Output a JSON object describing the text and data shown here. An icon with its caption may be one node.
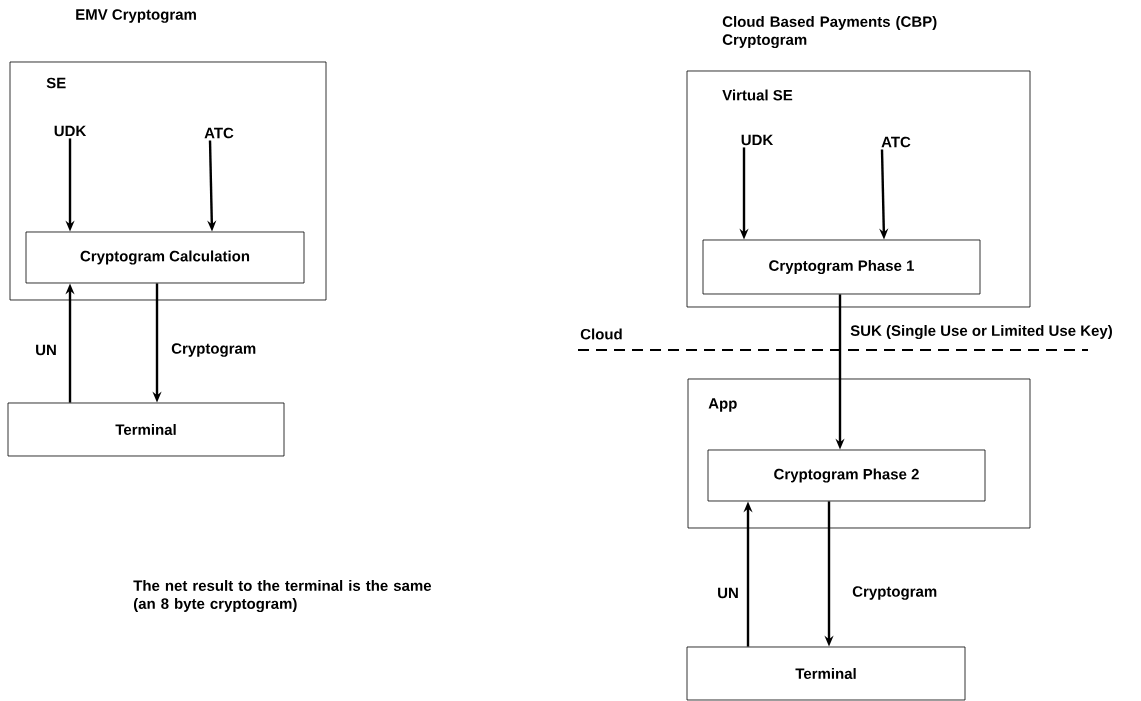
{
  "diagram": {
    "title": "EMV Cryptogram",
    "nodes": [
      {
        "text": [
          "SE"
        ]
      },
      {
        "text": [
          "UDK"
        ],
        "in": 0
      },
      {
        "text": [
          "ATC"
        ],
        "in": 0
      },
      {
        "text": [
          "Cryptogram Calculation"
        ],
        "in": 0
      },
      {
        "text": [
          "Terminal"
        ]
      },
      {
        "text": [
          "Virtual SE"
        ]
      },
      {
        "text": [
          "UDK"
        ],
        "in": 5
      },
      {
        "text": [
          "ATC"
        ],
        "in": 5
      },
      {
        "text": [
          "Cryptogram Phase 1"
        ],
        "in": 5
      },
      {
        "text": [
          "App"
        ]
      },
      {
        "text": [
          "Cryptogram Phase 2"
        ],
        "in": 9
      },
      {
        "text": [
          "Terminal"
        ]
      }
    ],
    "edges": [
      {
        "from": 1,
        "to": 3,
        "arrow": "to"
      },
      {
        "from": 2,
        "to": 3,
        "arrow": "to"
      },
      {
        "from": 4,
        "to": 3,
        "arrow": "to",
        "label": "UN"
      },
      {
        "from": 3,
        "to": 4,
        "arrow": "to",
        "label": "Cryptogram"
      },
      {
        "from": 6,
        "to": 8,
        "arrow": "to"
      },
      {
        "from": 7,
        "to": 8,
        "arrow": "to"
      },
      {
        "from": 8,
        "to": 10,
        "arrow": "to",
        "label": "SUK (Single Use or Limited Use Key)"
      },
      {
        "from": 11,
        "to": 10,
        "arrow": "to",
        "label": "UN"
      },
      {
        "from": 10,
        "to": 11,
        "arrow": "to",
        "label": "Cryptogram"
      }
    ],
    "labels": [
      "Cloud Based Payments (CBP) Cryptogram",
      "Cloud",
      "The net result to the terminal is the same (an 8 byte cryptogram)"
    ]
  }
}
